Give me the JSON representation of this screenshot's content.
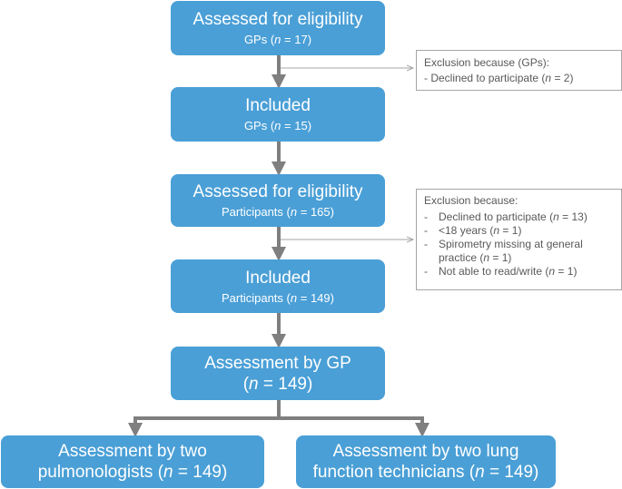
{
  "boxes": {
    "gp_assessed": {
      "title": "Assessed for eligibility",
      "sub_prefix": "GPs (",
      "n_label": "n",
      "eq": " = ",
      "count": "17",
      "sub_suffix": ")"
    },
    "gp_included": {
      "title": "Included",
      "sub_prefix": "GPs (",
      "n_label": "n",
      "eq": " = ",
      "count": "15",
      "sub_suffix": ")"
    },
    "part_assessed": {
      "title": "Assessed for eligibility",
      "sub_prefix": "Participants (",
      "n_label": "n",
      "eq": " = ",
      "count": "165",
      "sub_suffix": ")"
    },
    "part_included": {
      "title": "Included",
      "sub_prefix": "Participants (",
      "n_label": "n",
      "eq": " = ",
      "count": "149",
      "sub_suffix": ")"
    },
    "assessment_gp": {
      "line1": "Assessment by GP",
      "open": "(",
      "n_label": "n",
      "eq": " = ",
      "count": "149",
      "close": ")"
    },
    "assessment_pulm": {
      "line1": "Assessment by two",
      "line2_prefix": "pulmonologists (",
      "n_label": "n",
      "eq": " = ",
      "count": "149",
      "close": ")"
    },
    "assessment_tech": {
      "line1": "Assessment by two lung",
      "line2_prefix": "function technicians (",
      "n_label": "n",
      "eq": " = ",
      "count": "149",
      "close": ")"
    }
  },
  "exclusions": {
    "gps": {
      "heading": "Exclusion because (GPs):",
      "items": [
        {
          "dash": "- ",
          "text": "Declined to participate (",
          "n_label": "n",
          "eq": " = ",
          "count": "2",
          "close": ")"
        }
      ]
    },
    "participants": {
      "heading": "Exclusion because:",
      "items": [
        {
          "dash": "-",
          "text": "Declined to participate (",
          "n_label": "n",
          "eq": " = ",
          "count": "13",
          "close": ")"
        },
        {
          "dash": "-",
          "text": "<18 years (",
          "n_label": "n",
          "eq": " = ",
          "count": "1",
          "close": ")"
        },
        {
          "dash": "-",
          "text": "Spirometry missing at general practice (",
          "n_label": "n",
          "eq": " = ",
          "count": "1",
          "close": ")"
        },
        {
          "dash": "-",
          "text": "Not able to read/write (",
          "n_label": "n",
          "eq": " = ",
          "count": "1",
          "close": ")"
        }
      ]
    }
  },
  "colors": {
    "box_fill": "#4a9fd6",
    "arrow": "#7f7f7f",
    "thin_arrow": "#a6a6a6",
    "excl_text": "#595959"
  }
}
